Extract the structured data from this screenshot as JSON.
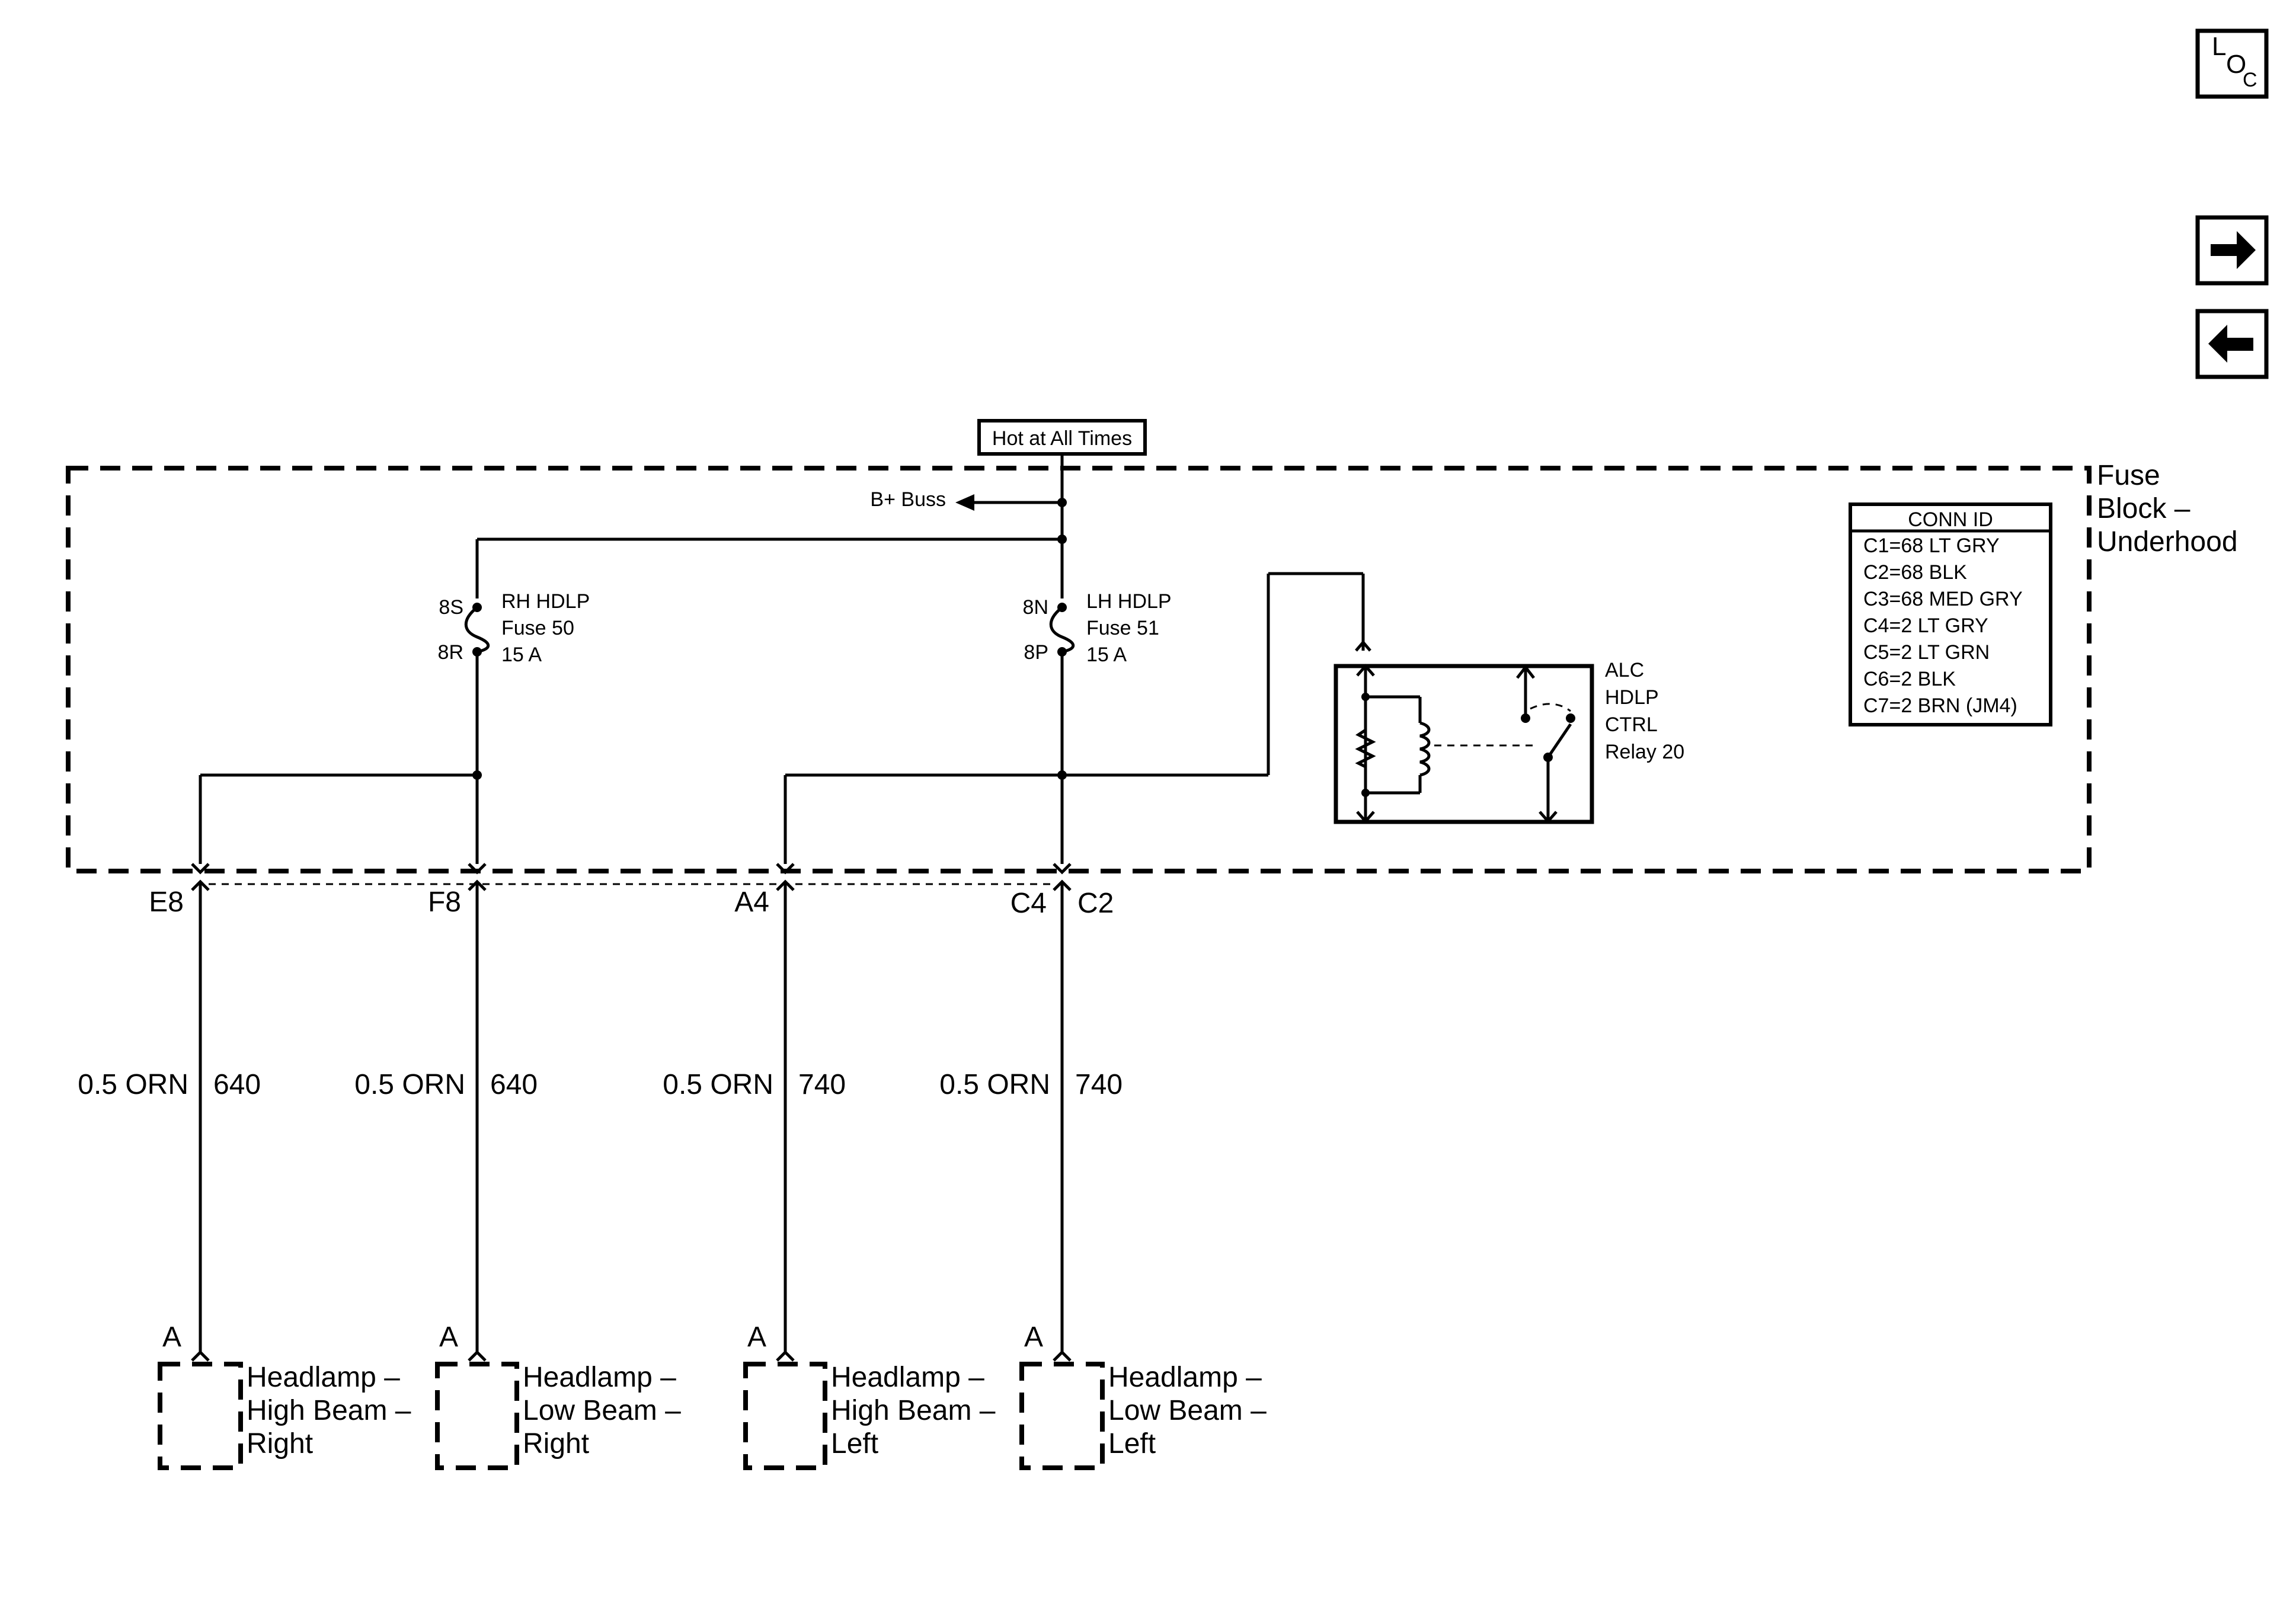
{
  "nav": {
    "loc_label_l": "L",
    "loc_label_o": "O",
    "loc_label_c": "C",
    "forward_icon": "right-arrow-icon",
    "back_icon": "left-arrow-icon"
  },
  "source": {
    "hot_label": "Hot at All Times",
    "bbuss_label": "B+ Buss"
  },
  "fuse_block": {
    "label_line1": "Fuse",
    "label_line2": "Block –",
    "label_line3": "Underhood"
  },
  "fuses": [
    {
      "pin_top": "8S",
      "pin_bottom": "8R",
      "line1": "RH HDLP",
      "line2": "Fuse 50",
      "line3": "15 A"
    },
    {
      "pin_top": "8N",
      "pin_bottom": "8P",
      "line1": "LH HDLP",
      "line2": "Fuse 51",
      "line3": "15 A"
    }
  ],
  "relay": {
    "line1": "ALC",
    "line2": "HDLP",
    "line3": "CTRL",
    "line4": "Relay 20"
  },
  "conn_id": {
    "title": "CONN ID",
    "rows": [
      "C1=68 LT GRY",
      "C2=68 BLK",
      "C3=68 MED GRY",
      "C4=2 LT GRY",
      "C5=2 LT GRN",
      "C6=2 BLK",
      "C7=2 BRN (JM4)"
    ]
  },
  "circuits": [
    {
      "connector": "E8",
      "wire": "0.5 ORN",
      "circuit": "640",
      "pin": "A",
      "load_line1": "Headlamp –",
      "load_line2": "High Beam –",
      "load_line3": "Right"
    },
    {
      "connector": "F8",
      "wire": "0.5 ORN",
      "circuit": "640",
      "pin": "A",
      "load_line1": "Headlamp –",
      "load_line2": "Low Beam –",
      "load_line3": "Right"
    },
    {
      "connector": "A4",
      "wire": "0.5 ORN",
      "circuit": "740",
      "pin": "A",
      "load_line1": "Headlamp –",
      "load_line2": "High Beam –",
      "load_line3": "Left"
    },
    {
      "connector": "C4",
      "wire": "0.5 ORN",
      "circuit": "740",
      "pin": "A",
      "load_line1": "Headlamp –",
      "load_line2": "Low Beam –",
      "load_line3": "Left"
    }
  ],
  "connector_c2": "C2"
}
